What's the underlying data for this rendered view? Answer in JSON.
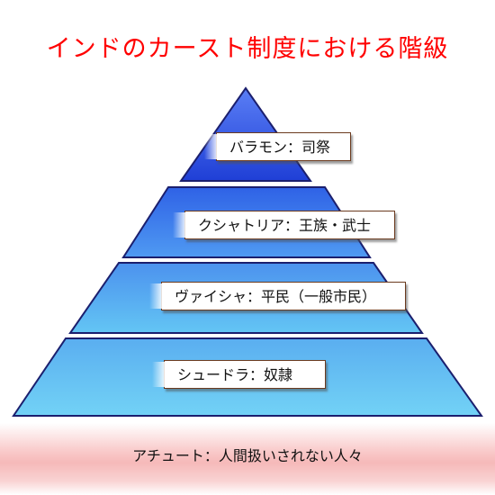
{
  "title": "インドのカースト制度における階級",
  "tiers": [
    {
      "label": "バラモン：司祭"
    },
    {
      "label": "クシャトリア：王族・武士"
    },
    {
      "label": "ヴァイシャ：平民（一般市民）"
    },
    {
      "label": "シュードラ：奴隷"
    }
  ],
  "untouchable": {
    "label": "アチュート：人間扱いされない人々"
  },
  "colors": {
    "title": "#ff0000",
    "tier1": "#2a4fe0",
    "tier2": "#3f7ff0",
    "tier3": "#55aeee",
    "tier4": "#5fc0f2",
    "outline": "#1b1f6e",
    "label_border": "#6b3a1e",
    "band": "#f6b9b9"
  }
}
